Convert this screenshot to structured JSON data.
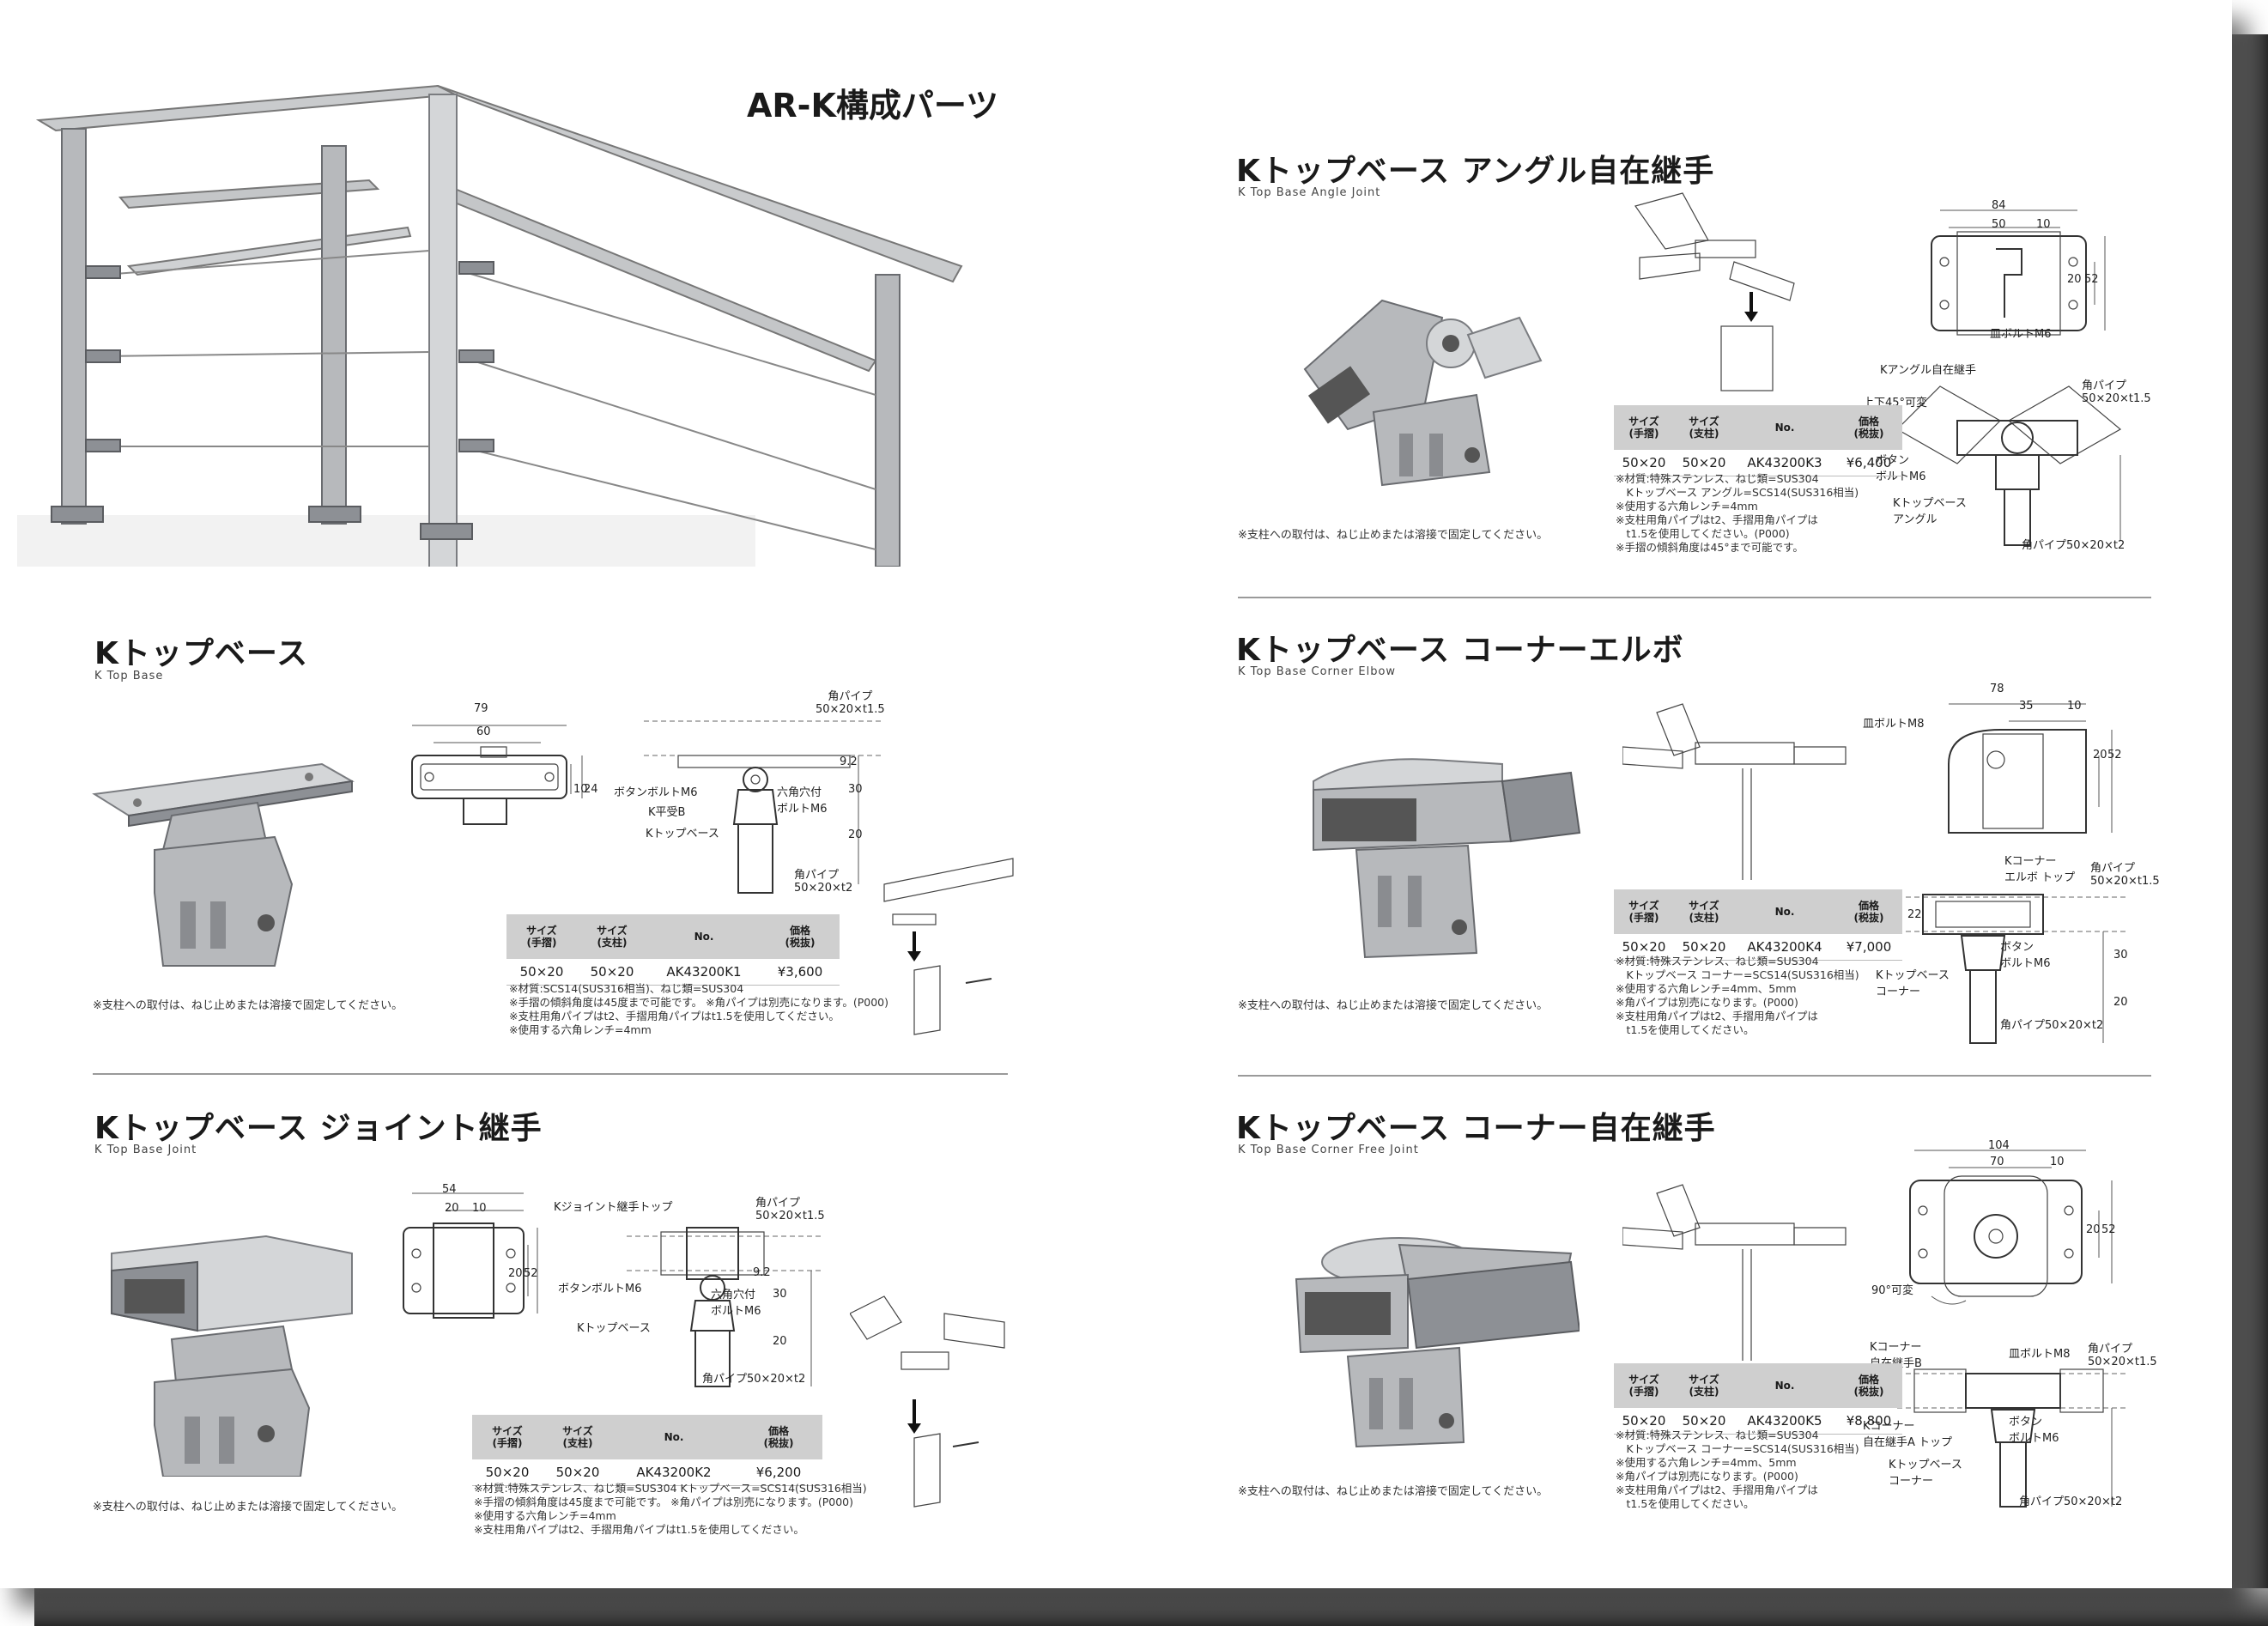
{
  "page": {
    "title": "AR-K構成パーツ"
  },
  "sections": {
    "base": {
      "title": "Kトップベース",
      "subtitle": "K Top Base",
      "note": "※支柱への取付は、ねじ止めまたは溶接で固定してください。",
      "table": {
        "headers": [
          "サイズ\n(手摺)",
          "サイズ\n(支柱)",
          "No.",
          "価格\n(税抜)"
        ],
        "row": [
          "50×20",
          "50×20",
          "AK43200K1",
          "¥3,600"
        ]
      },
      "notes": [
        "※材質:SCS14(SUS316相当)、ねじ類=SUS304",
        "※手摺の傾斜角度は45度まで可能です。 ※角パイプは別売になります。(P000)",
        "※支柱用角パイプはt2、手摺用角パイプはt1.5を使用してください。",
        "※使用する六角レンチ=4mm"
      ],
      "dims": {
        "w1": "79",
        "w2": "60",
        "h1": "10",
        "h2": "24"
      },
      "labels": {
        "pipe_top": "角パイプ\n50×20×t1.5",
        "button_bolt": "ボタンボルトM6",
        "flat_k": "K平受B",
        "ktop": "Kトップベース",
        "hex_bolt": "六角穴付\nボルトM6",
        "pipe_bottom": "角パイプ\n50×20×t2",
        "d1": "9.2",
        "d2": "30",
        "d3": "20"
      }
    },
    "joint": {
      "title": "Kトップベース ジョイント継手",
      "subtitle": "K Top Base Joint",
      "note": "※支柱への取付は、ねじ止めまたは溶接で固定してください。",
      "table": {
        "headers": [
          "サイズ\n(手摺)",
          "サイズ\n(支柱)",
          "No.",
          "価格\n(税抜)"
        ],
        "row": [
          "50×20",
          "50×20",
          "AK43200K2",
          "¥6,200"
        ]
      },
      "notes": [
        "※材質:特殊ステンレス、ねじ類=SUS304 Kトップベース=SCS14(SUS316相当)",
        "※手摺の傾斜角度は45度まで可能です。 ※角パイプは別売になります。(P000)",
        "※使用する六角レンチ=4mm",
        "※支柱用角パイプはt2、手摺用角パイプはt1.5を使用してください。"
      ],
      "dims": {
        "w1": "54",
        "w2": "20",
        "w3": "10",
        "h1": "20",
        "h2": "52"
      },
      "labels": {
        "joint_top": "Kジョイント継手トップ",
        "pipe_top": "角パイプ\n50×20×t1.5",
        "button_bolt": "ボタンボルトM6",
        "hex_bolt": "六角穴付\nボルトM6",
        "ktop": "Kトップベース",
        "pipe_bottom": "角パイプ50×20×t2",
        "d1": "9.2",
        "d2": "30",
        "d3": "20"
      }
    },
    "angle": {
      "title": "Kトップベース アングル自在継手",
      "subtitle": "K Top Base Angle Joint",
      "note": "※支柱への取付は、ねじ止めまたは溶接で固定してください。",
      "table": {
        "headers": [
          "サイズ\n(手摺)",
          "サイズ\n(支柱)",
          "No.",
          "価格\n(税抜)"
        ],
        "row": [
          "50×20",
          "50×20",
          "AK43200K3",
          "¥6,400"
        ]
      },
      "notes": [
        "※材質:特殊ステンレス、ねじ類=SUS304",
        "　Kトップベース アングル=SCS14(SUS316相当)",
        "※使用する六角レンチ=4mm",
        "※支柱用角パイプはt2、手摺用角パイプは",
        "　t1.5を使用してください。(P000)",
        "※手摺の傾斜角度は45°まで可能です。"
      ],
      "dims": {
        "w1": "84",
        "w2": "50",
        "w3": "10",
        "h1": "20",
        "h2": "52"
      },
      "labels": {
        "dish_bolt": "皿ボルトM6",
        "angle_joint": "Kアングル自在継手",
        "updown": "上下45°可変",
        "pipe_top": "角パイプ\n50×20×t1.5",
        "button_bolt": "ボタン\nボルトM6",
        "ktop_angle": "Kトップベース\nアングル",
        "pipe_bottom": "角パイプ50×20×t2"
      }
    },
    "elbow": {
      "title": "Kトップベース コーナーエルボ",
      "subtitle": "K Top Base Corner Elbow",
      "note": "※支柱への取付は、ねじ止めまたは溶接で固定してください。",
      "table": {
        "headers": [
          "サイズ\n(手摺)",
          "サイズ\n(支柱)",
          "No.",
          "価格\n(税抜)"
        ],
        "row": [
          "50×20",
          "50×20",
          "AK43200K4",
          "¥7,000"
        ]
      },
      "notes": [
        "※材質:特殊ステンレス、ねじ類=SUS304",
        "　Kトップベース コーナー=SCS14(SUS316相当)",
        "※使用する六角レンチ=4mm、5mm",
        "※角パイプは別売になります。(P000)",
        "※支柱用角パイプはt2、手摺用角パイプは",
        "　t1.5を使用してください。"
      ],
      "dims": {
        "w1": "78",
        "w2": "35",
        "w3": "10",
        "h1": "20",
        "h2": "52"
      },
      "labels": {
        "dish_bolt": "皿ボルトM8",
        "k_corner": "Kコーナー\nエルボ トップ",
        "pipe_top": "角パイプ\n50×20×t1.5",
        "button_bolt": "ボタン\nボルトM6",
        "ktop_corner": "Kトップベース\nコーナー",
        "pipe_bottom": "角パイプ50×20×t2",
        "d1": "22",
        "d2": "30",
        "d3": "20"
      }
    },
    "free": {
      "title": "Kトップベース コーナー自在継手",
      "subtitle": "K Top Base Corner Free Joint",
      "note": "※支柱への取付は、ねじ止めまたは溶接で固定してください。",
      "table": {
        "headers": [
          "サイズ\n(手摺)",
          "サイズ\n(支柱)",
          "No.",
          "価格\n(税抜)"
        ],
        "row": [
          "50×20",
          "50×20",
          "AK43200K5",
          "¥8,800"
        ]
      },
      "notes": [
        "※材質:特殊ステンレス、ねじ類=SUS304",
        "　Kトップベース コーナー=SCS14(SUS316相当)",
        "※使用する六角レンチ=4mm、5mm",
        "※角パイプは別売になります。(P000)",
        "※支柱用角パイプはt2、手摺用角パイプは",
        "　t1.5を使用してください。"
      ],
      "dims": {
        "w1": "104",
        "w2": "70",
        "w3": "10",
        "h1": "20",
        "h2": "52"
      },
      "labels": {
        "rot": "90°可変",
        "k_corner_b": "Kコーナー\n自在継手B",
        "dish_bolt": "皿ボルトM8",
        "pipe_top": "角パイプ\n50×20×t1.5",
        "k_corner_a": "Kコーナー\n自在継手A トップ",
        "button_bolt": "ボタン\nボルトM6",
        "ktop_corner": "Kトップベース\nコーナー",
        "pipe_bottom": "角パイプ50×20×t2"
      }
    }
  },
  "colors": {
    "header_fill": "#cfcfcf",
    "rule": "#9a9a9a",
    "metal": "#b7b9bc"
  }
}
